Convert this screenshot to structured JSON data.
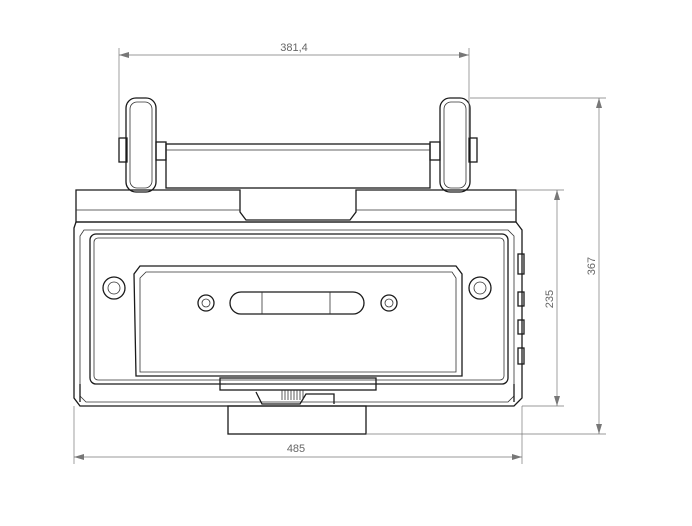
{
  "dimensions": {
    "top_width": "381,4",
    "bottom_width": "485",
    "body_height": "235",
    "total_height": "367"
  },
  "colors": {
    "line": "#1a1a1a",
    "dimension_line": "#777777",
    "dimension_text": "#666666",
    "background": "#ffffff"
  }
}
